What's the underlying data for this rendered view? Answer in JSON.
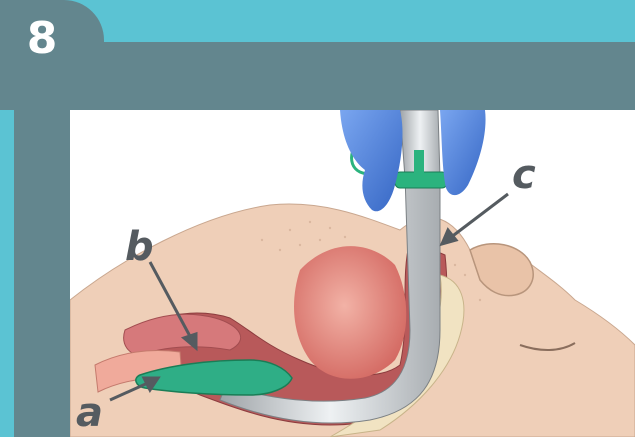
{
  "step": {
    "number": "8"
  },
  "labels": {
    "a": "a",
    "b": "b",
    "c": "c"
  },
  "colors": {
    "frame": "#63868e",
    "accent": "#5bc3d3",
    "device_cuff": "#2bb37e",
    "glove": "#4a7fd6",
    "skin": "#efcfb8"
  }
}
